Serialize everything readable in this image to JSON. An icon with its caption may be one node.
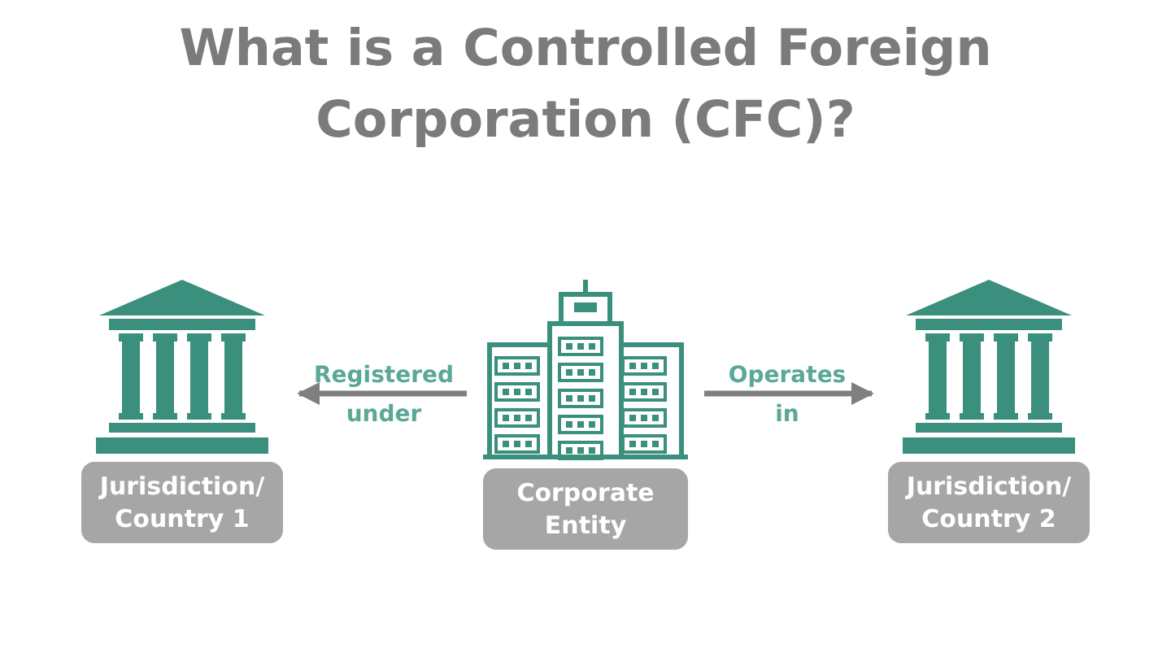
{
  "diagram": {
    "title": "What is a Controlled Foreign Corporation (CFC)?",
    "nodes": [
      {
        "text": [
          "Jurisdiction/ Country 1"
        ]
      },
      {
        "text": [
          "Corporate Entity"
        ]
      },
      {
        "text": [
          "Jurisdiction/ Country 2"
        ]
      }
    ],
    "edges": [
      {
        "from": 1,
        "to": 0,
        "arrow": "to",
        "label": "Registered under"
      },
      {
        "from": 1,
        "to": 2,
        "arrow": "to",
        "label": "Operates in"
      }
    ]
  }
}
